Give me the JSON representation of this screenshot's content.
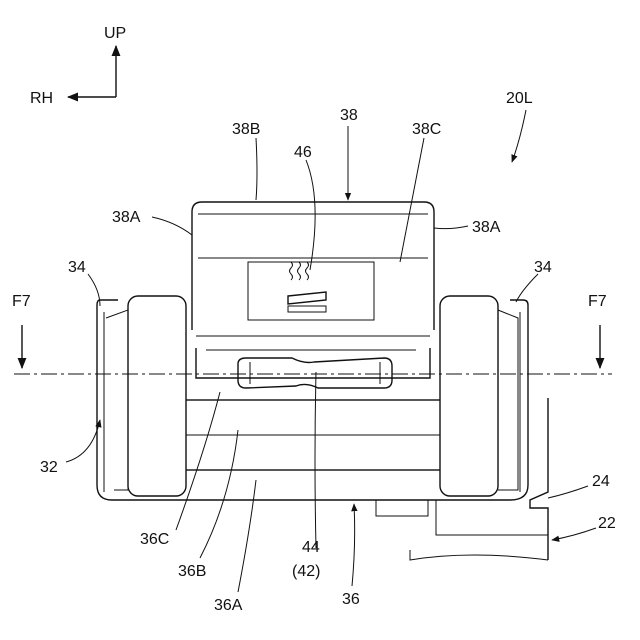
{
  "figure": {
    "orientation": {
      "up": "UP",
      "right_hand": "RH"
    },
    "assembly_ref": "20L",
    "section_marks": {
      "left": "F7",
      "right": "F7"
    },
    "labels": {
      "l38": "38",
      "l38B": "38B",
      "l38C": "38C",
      "l46": "46",
      "l38A_left": "38A",
      "l38A_right": "38A",
      "l34_left": "34",
      "l34_right": "34",
      "l32": "32",
      "l24": "24",
      "l22": "22",
      "l36C": "36C",
      "l36B": "36B",
      "l36A": "36A",
      "l44": "44",
      "l42": "(42)",
      "l36": "36"
    }
  }
}
